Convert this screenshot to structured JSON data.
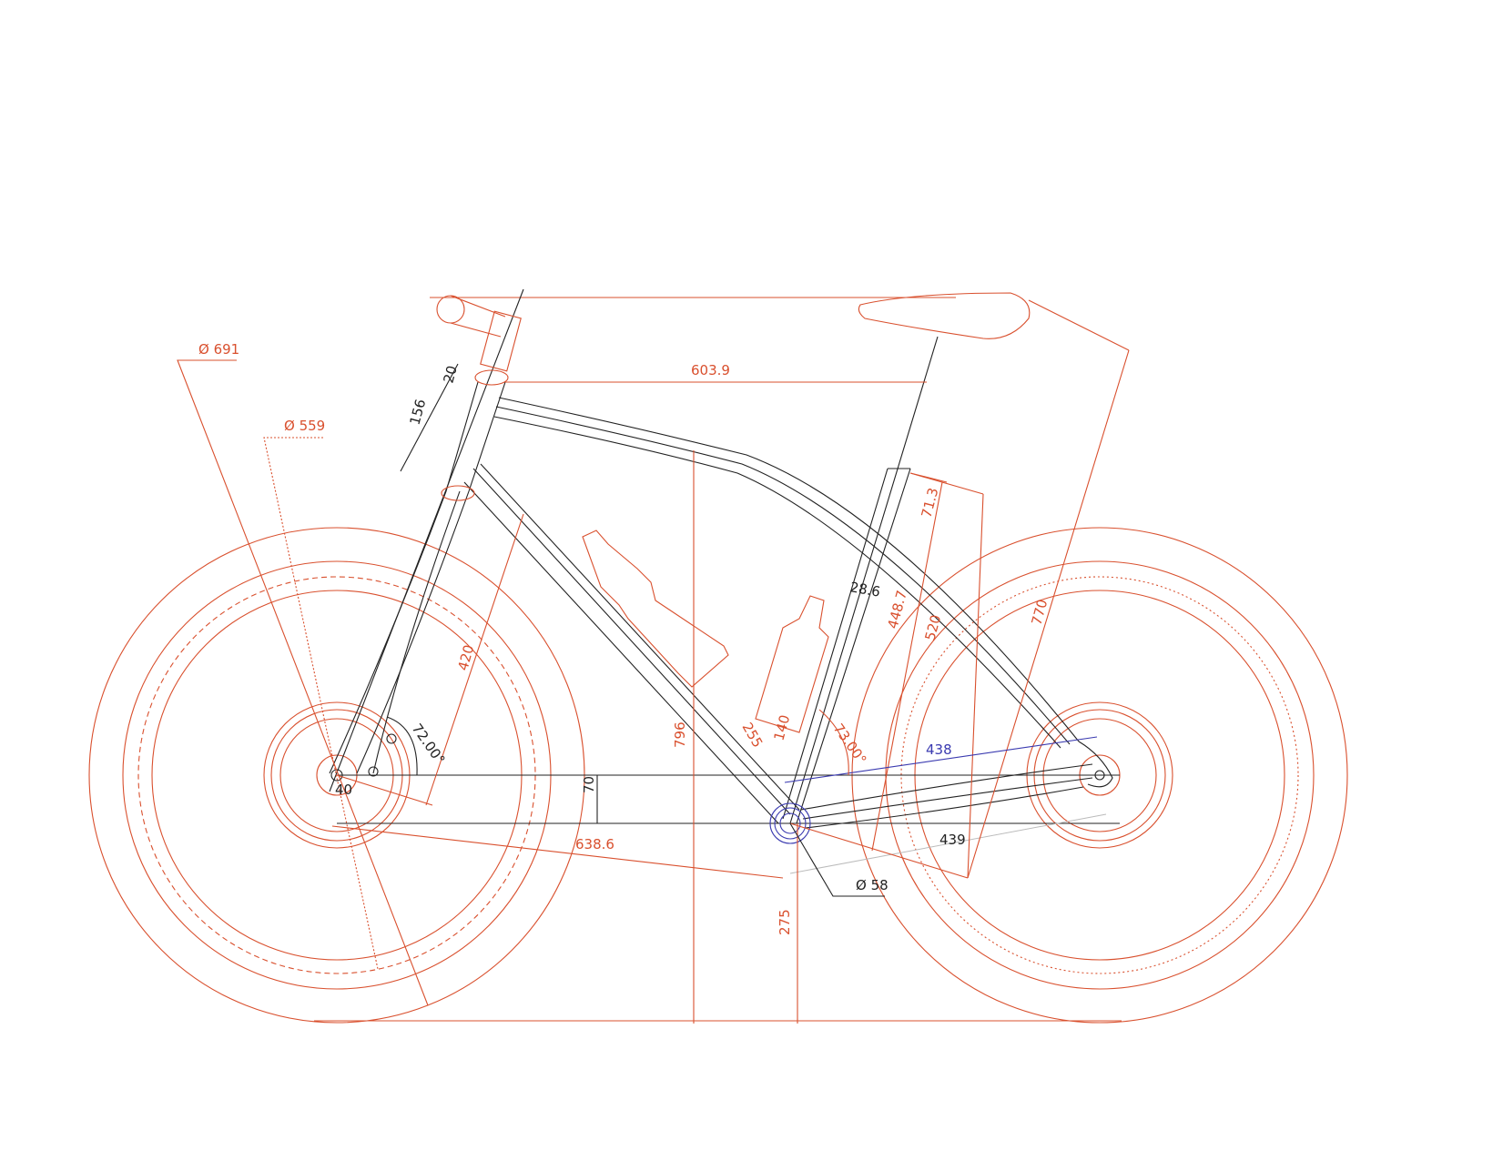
{
  "title": "Bicycle frame geometry drawing",
  "colors": {
    "dimension": "#d9502e",
    "frame": "#222222",
    "reference": "#3a3ab0"
  },
  "dimensions": {
    "wheel_outer_diameter": "Ø 691",
    "rim_diameter": "Ø 559",
    "stack_to_saddle": "603.9",
    "head_tube_top": "20",
    "head_tube_length": "156",
    "fork_length": "420",
    "head_angle": "72.00°",
    "fork_offset": "40",
    "bb_drop": "70",
    "front_center": "638.6",
    "saddle_height_vertical": "796",
    "down_tube_clearance": "255",
    "bottle_mount": "140",
    "seat_angle": "73.00°",
    "seat_tube_diameter": "28.6",
    "seat_tube_insert": "71.3",
    "seat_tube_length": "448.7",
    "seat_tube_c": "520",
    "saddle_height": "770",
    "effective_reach": "438",
    "chainstay": "439",
    "bb_shell_diameter": "Ø 58",
    "bb_height": "275"
  }
}
